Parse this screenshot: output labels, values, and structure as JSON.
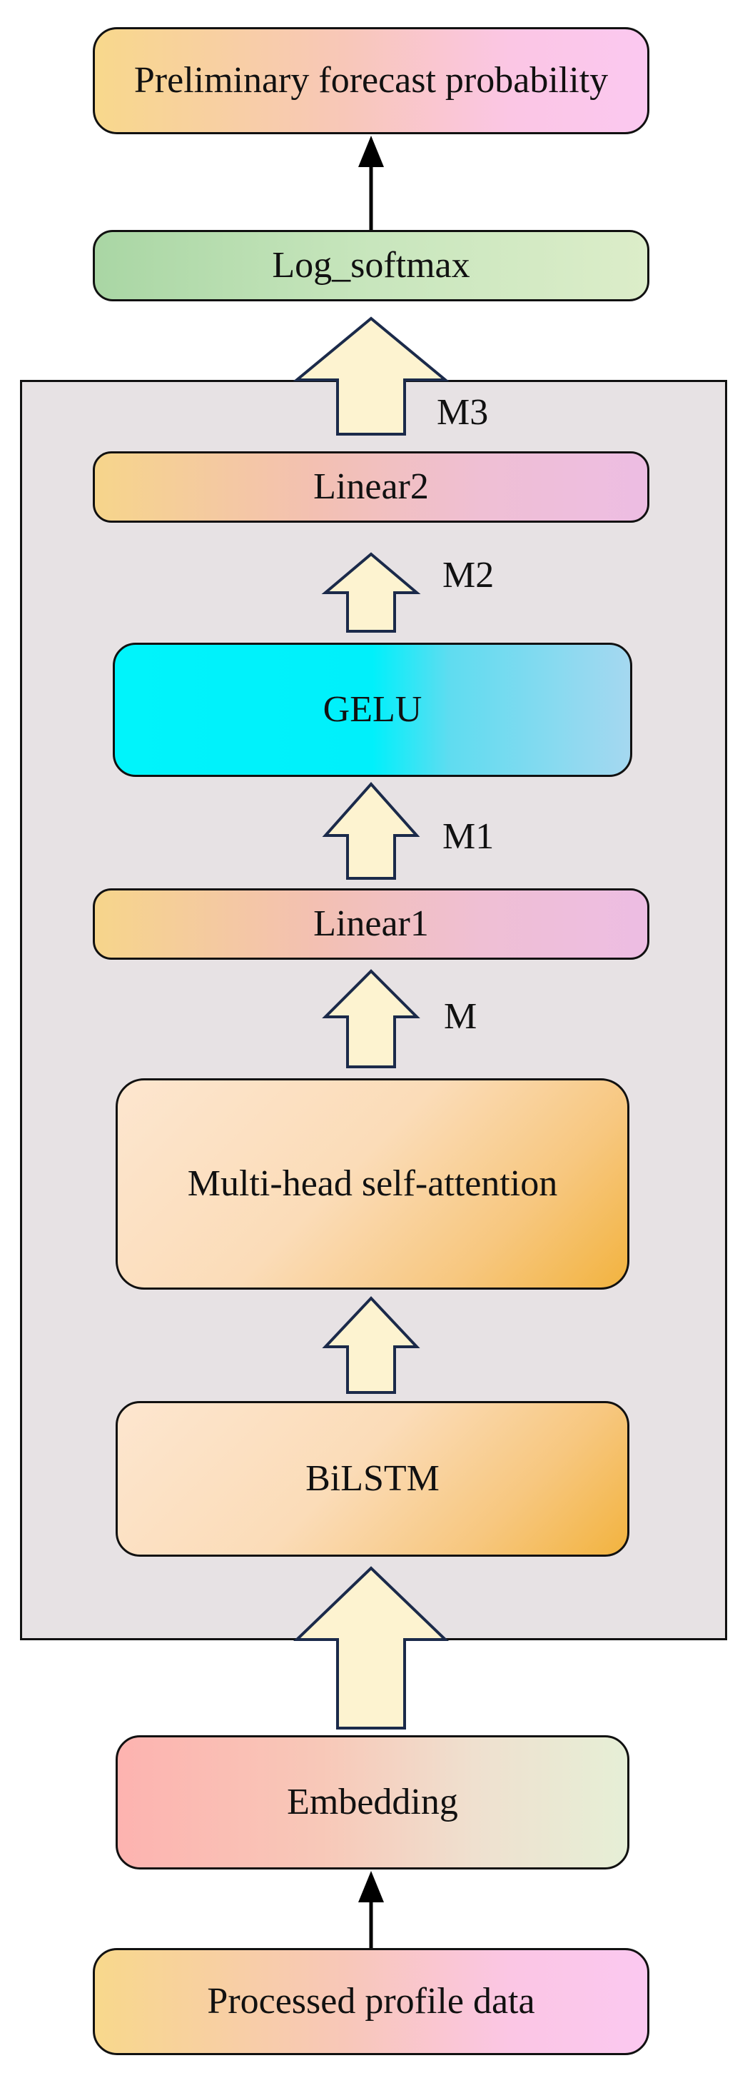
{
  "nodes": {
    "output": "Preliminary forecast probability",
    "log_softmax": "Log_softmax",
    "linear2": "Linear2",
    "gelu": "GELU",
    "linear1": "Linear1",
    "mhsa": "Multi-head self-attention",
    "bilstm": "BiLSTM",
    "embedding": "Embedding",
    "input": "Processed profile data"
  },
  "labels": {
    "m3": "M3",
    "m2": "M2",
    "m1": "M1",
    "m": "M"
  },
  "colors": {
    "container_bg": "#e7e2e4",
    "arrow_fill": "#fdf3d0",
    "arrow_stroke": "#1b2a4a"
  }
}
